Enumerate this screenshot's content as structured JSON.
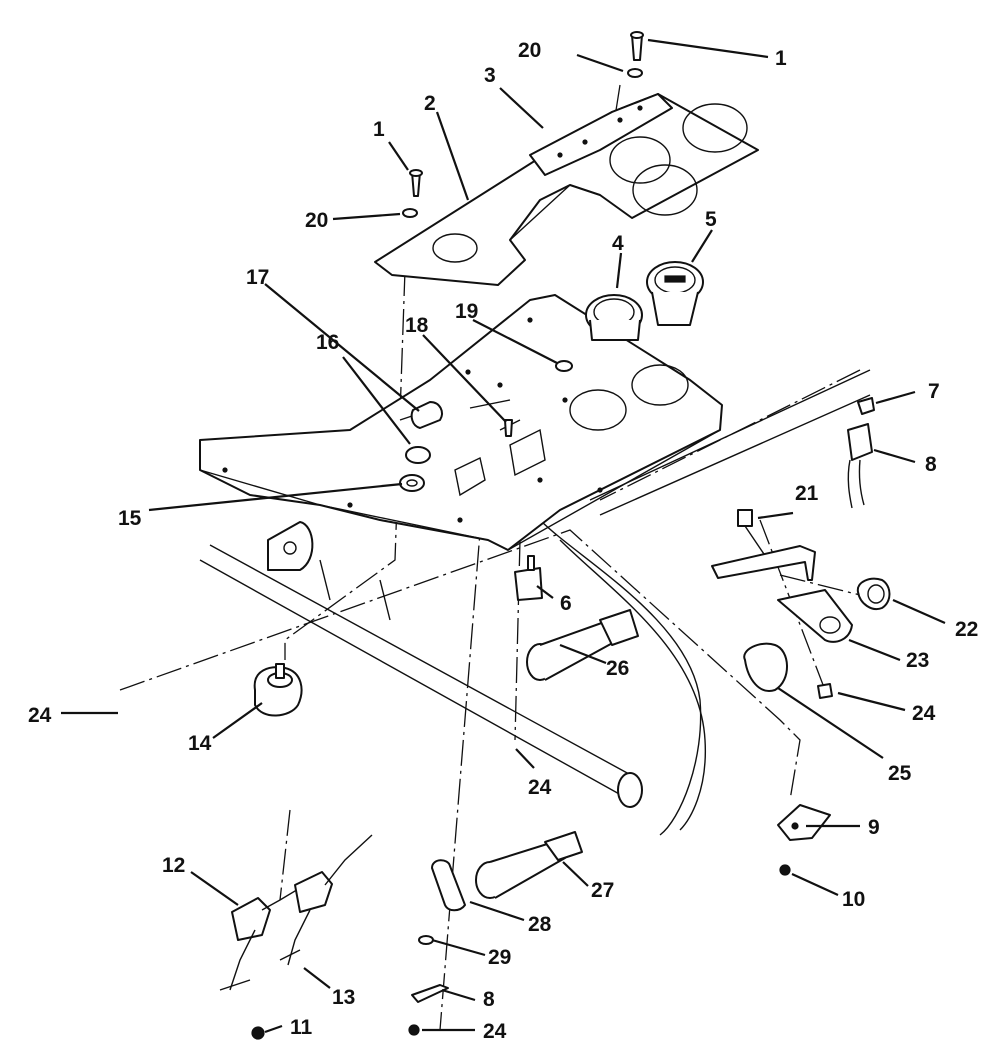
{
  "callouts": [
    {
      "id": "c1a",
      "text": "1"
    },
    {
      "id": "c1b",
      "text": "1"
    },
    {
      "id": "c2",
      "text": "2"
    },
    {
      "id": "c3",
      "text": "3"
    },
    {
      "id": "c4",
      "text": "4"
    },
    {
      "id": "c5",
      "text": "5"
    },
    {
      "id": "c6",
      "text": "6"
    },
    {
      "id": "c7",
      "text": "7"
    },
    {
      "id": "c8a",
      "text": "8"
    },
    {
      "id": "c8b",
      "text": "8"
    },
    {
      "id": "c9",
      "text": "9"
    },
    {
      "id": "c10",
      "text": "10"
    },
    {
      "id": "c11",
      "text": "11"
    },
    {
      "id": "c12",
      "text": "12"
    },
    {
      "id": "c13",
      "text": "13"
    },
    {
      "id": "c14",
      "text": "14"
    },
    {
      "id": "c15",
      "text": "15"
    },
    {
      "id": "c16",
      "text": "16"
    },
    {
      "id": "c17",
      "text": "17"
    },
    {
      "id": "c18",
      "text": "18"
    },
    {
      "id": "c19",
      "text": "19"
    },
    {
      "id": "c20a",
      "text": "20"
    },
    {
      "id": "c20b",
      "text": "20"
    },
    {
      "id": "c21",
      "text": "21"
    },
    {
      "id": "c22",
      "text": "22"
    },
    {
      "id": "c23",
      "text": "23"
    },
    {
      "id": "c24a",
      "text": "24"
    },
    {
      "id": "c24b",
      "text": "24"
    },
    {
      "id": "c24c",
      "text": "24"
    },
    {
      "id": "c24d",
      "text": "24"
    },
    {
      "id": "c25",
      "text": "25"
    },
    {
      "id": "c26",
      "text": "26"
    },
    {
      "id": "c27",
      "text": "27"
    },
    {
      "id": "c28",
      "text": "28"
    },
    {
      "id": "c29",
      "text": "29"
    }
  ]
}
